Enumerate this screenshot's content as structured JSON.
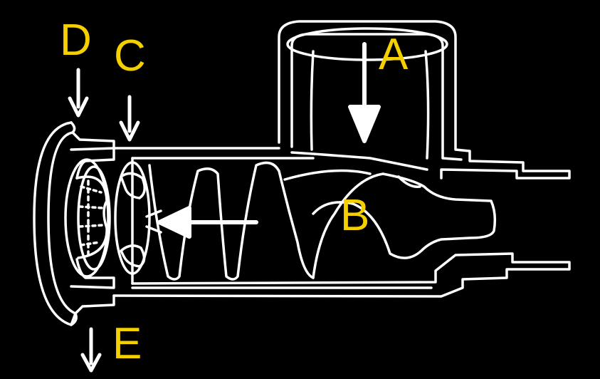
{
  "colors": {
    "background": "#000000",
    "line": "#ffffff",
    "label": "#f4d000"
  },
  "labels": {
    "a": "A",
    "b": "B",
    "c": "C",
    "d": "D",
    "e": "E"
  }
}
